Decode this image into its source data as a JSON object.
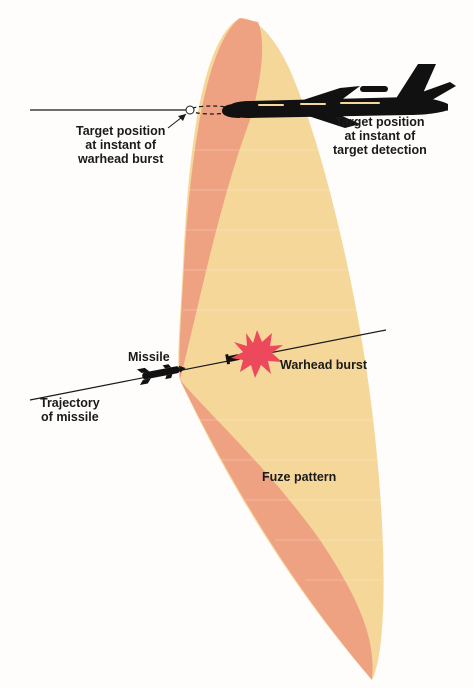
{
  "labels": {
    "target_burst": "Target position\nat instant of\nwarhead burst",
    "target_detection": "Target position\nat instant of\ntarget detection",
    "missile": "Missile",
    "warhead_burst": "Warhead burst",
    "trajectory": "Trajectory\nof missile",
    "fuze_pattern": "Fuze pattern"
  },
  "colors": {
    "fuze_light": "#f6d79a",
    "fuze_dark": "#ee9c80",
    "burst": "#ec4a5c",
    "silhouette": "#111111",
    "background": "#fefdfb"
  }
}
